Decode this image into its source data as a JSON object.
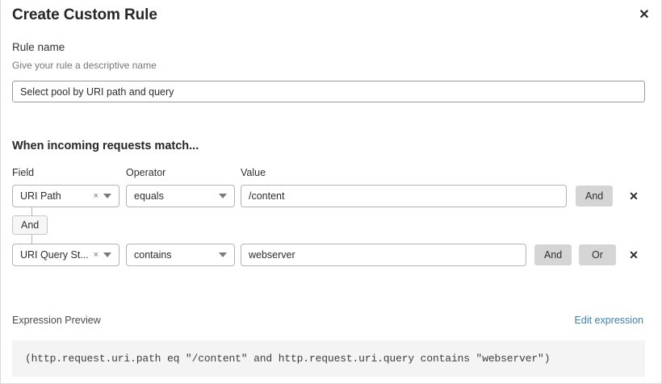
{
  "dialog": {
    "title": "Create Custom Rule",
    "close_icon": "close-icon"
  },
  "rule_name": {
    "label": "Rule name",
    "description": "Give your rule a descriptive name",
    "value": "Select pool by URI path and query",
    "placeholder": ""
  },
  "conditions": {
    "heading": "When incoming requests match...",
    "columns": {
      "field": "Field",
      "operator": "Operator",
      "value": "Value"
    },
    "connector": {
      "label": "And"
    },
    "rows": [
      {
        "field": "URI Path",
        "operator": "equals",
        "value": "/content",
        "clear_icon": "×",
        "and_label": "And",
        "delete_icon": "✕"
      },
      {
        "field": "URI Query St...",
        "operator": "contains",
        "value": "webserver",
        "clear_icon": "×",
        "and_label": "And",
        "or_label": "Or",
        "delete_icon": "✕"
      }
    ]
  },
  "expression": {
    "label": "Expression Preview",
    "edit_link": "Edit expression",
    "text": "(http.request.uri.path eq \"/content\" and http.request.uri.query contains \"webserver\")"
  },
  "colors": {
    "link": "#3f7fae",
    "button_grey": "#d5d5d5",
    "band_grey": "#f4f4f4"
  }
}
